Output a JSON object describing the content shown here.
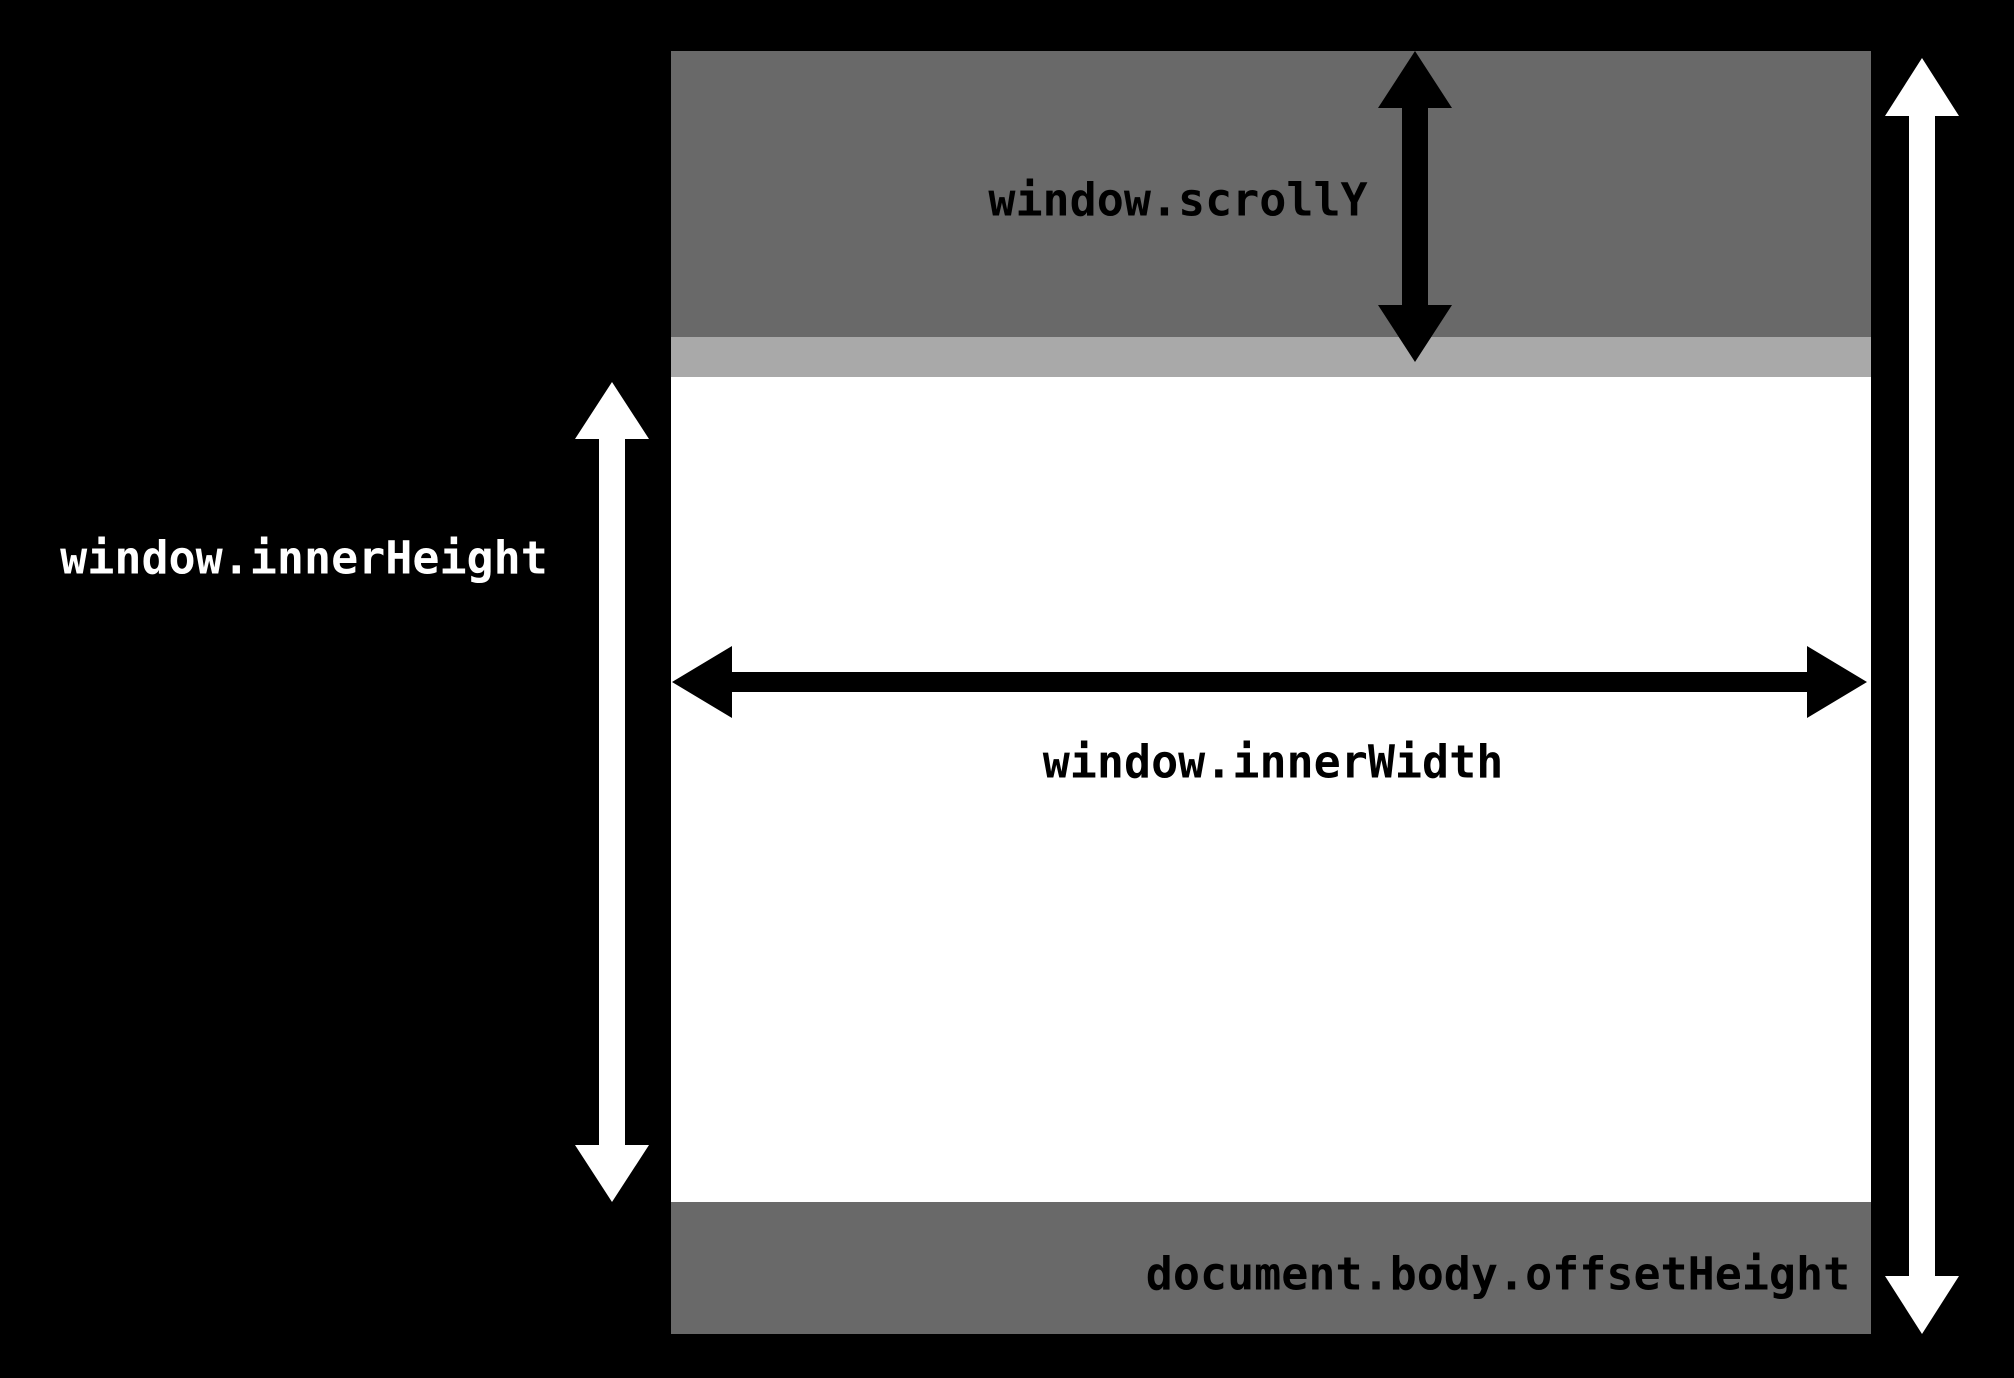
{
  "labels": {
    "scroll_y": "window.scrollY",
    "inner_height": "window.innerHeight",
    "inner_width": "window.innerWidth",
    "offset_height": "document.body.offsetHeight"
  },
  "colors": {
    "background": "#000000",
    "viewport": "#ffffff",
    "scrolled_area": "#696969",
    "scroll_strip": "#a9a9a9",
    "below_viewport": "#696969",
    "arrow_dark": "#000000",
    "arrow_light": "#ffffff",
    "label_dark": "#000000",
    "label_light": "#ffffff"
  }
}
